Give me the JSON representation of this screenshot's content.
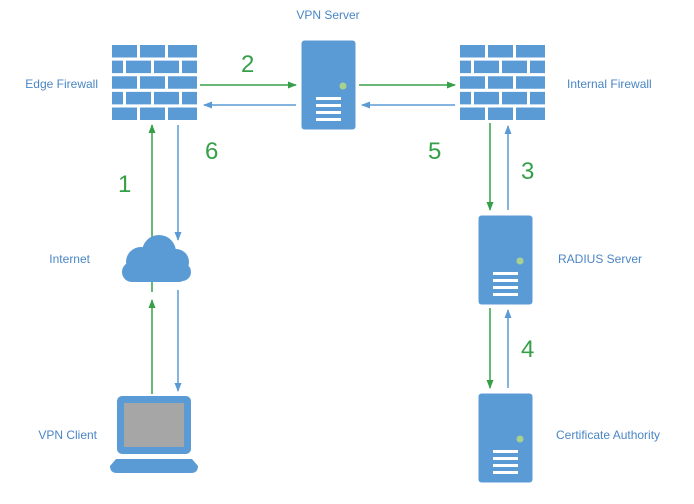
{
  "diagram": {
    "type": "network-flow",
    "nodes": [
      {
        "id": "edge-firewall",
        "label": "Edge Firewall",
        "icon": "firewall-icon"
      },
      {
        "id": "vpn-server",
        "label": "VPN Server",
        "icon": "server-icon"
      },
      {
        "id": "internal-firewall",
        "label": "Internal Firewall",
        "icon": "firewall-icon"
      },
      {
        "id": "internet",
        "label": "Internet",
        "icon": "cloud-icon"
      },
      {
        "id": "radius-server",
        "label": "RADIUS Server",
        "icon": "server-icon"
      },
      {
        "id": "vpn-client",
        "label": "VPN Client",
        "icon": "laptop-icon"
      },
      {
        "id": "certificate-authority",
        "label": "Certificate Authority",
        "icon": "server-icon"
      }
    ],
    "steps": [
      {
        "label": "1"
      },
      {
        "label": "2"
      },
      {
        "label": "3"
      },
      {
        "label": "4"
      },
      {
        "label": "5"
      },
      {
        "label": "6"
      }
    ],
    "colors": {
      "node_blue": "#5B9BD5",
      "arrow_green": "#36A049",
      "arrow_blue": "#5B9BD5",
      "label_text": "#4A86C5",
      "laptop_screen_gray": "#A6A6A6",
      "server_led_green": "#A9D18E"
    }
  }
}
